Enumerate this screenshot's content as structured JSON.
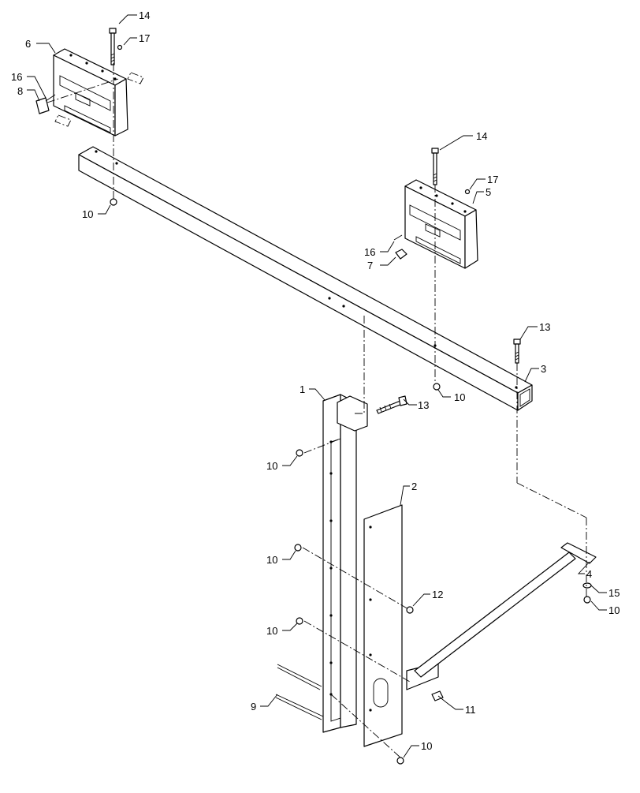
{
  "diagram": {
    "callouts": [
      {
        "id": "c14a",
        "label": "14"
      },
      {
        "id": "c17a",
        "label": "17"
      },
      {
        "id": "c6",
        "label": "6"
      },
      {
        "id": "c16a",
        "label": "16"
      },
      {
        "id": "c8",
        "label": "8"
      },
      {
        "id": "c10a",
        "label": "10"
      },
      {
        "id": "c14b",
        "label": "14"
      },
      {
        "id": "c17b",
        "label": "17"
      },
      {
        "id": "c5",
        "label": "5"
      },
      {
        "id": "c16b",
        "label": "16"
      },
      {
        "id": "c7",
        "label": "7"
      },
      {
        "id": "c13a",
        "label": "13"
      },
      {
        "id": "c3",
        "label": "3"
      },
      {
        "id": "c10b",
        "label": "10"
      },
      {
        "id": "c1",
        "label": "1"
      },
      {
        "id": "c13b",
        "label": "13"
      },
      {
        "id": "c10c",
        "label": "10"
      },
      {
        "id": "c2",
        "label": "2"
      },
      {
        "id": "c10d",
        "label": "10"
      },
      {
        "id": "c12",
        "label": "12"
      },
      {
        "id": "c4",
        "label": "4"
      },
      {
        "id": "c15",
        "label": "15"
      },
      {
        "id": "c10e",
        "label": "10"
      },
      {
        "id": "c10f",
        "label": "10"
      },
      {
        "id": "c9",
        "label": "9"
      },
      {
        "id": "c11",
        "label": "11"
      },
      {
        "id": "c10g",
        "label": "10"
      }
    ]
  }
}
